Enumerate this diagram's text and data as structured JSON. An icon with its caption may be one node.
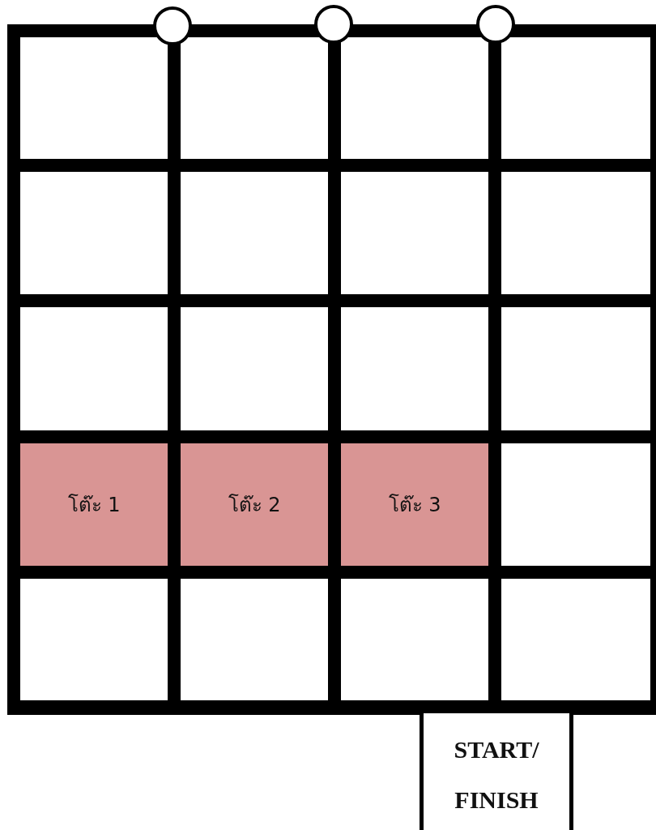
{
  "diagram": {
    "nodes": [
      {
        "text": [],
        "shape": "circle"
      },
      {
        "text": [],
        "shape": "circle"
      },
      {
        "text": [],
        "shape": "circle"
      },
      {
        "text": [],
        "shape": "box"
      },
      {
        "text": [],
        "shape": "box"
      },
      {
        "text": [],
        "shape": "box"
      },
      {
        "text": [],
        "shape": "box"
      },
      {
        "text": [],
        "shape": "box"
      },
      {
        "text": [],
        "shape": "box"
      },
      {
        "text": [],
        "shape": "box"
      },
      {
        "text": [],
        "shape": "box"
      },
      {
        "text": [],
        "shape": "box"
      },
      {
        "text": [],
        "shape": "box"
      },
      {
        "text": [],
        "shape": "box"
      },
      {
        "text": [],
        "shape": "box"
      },
      {
        "text": [
          "โต๊ะ 1"
        ]
      },
      {
        "text": [
          "โต๊ะ 2"
        ]
      },
      {
        "text": [
          "โต๊ะ 3"
        ]
      },
      {
        "text": [],
        "shape": "box"
      },
      {
        "text": [],
        "shape": "box"
      },
      {
        "text": [],
        "shape": "box"
      },
      {
        "text": [],
        "shape": "box"
      },
      {
        "text": [],
        "shape": "box"
      },
      {
        "text": [
          "START/ FINISH"
        ]
      }
    ]
  }
}
